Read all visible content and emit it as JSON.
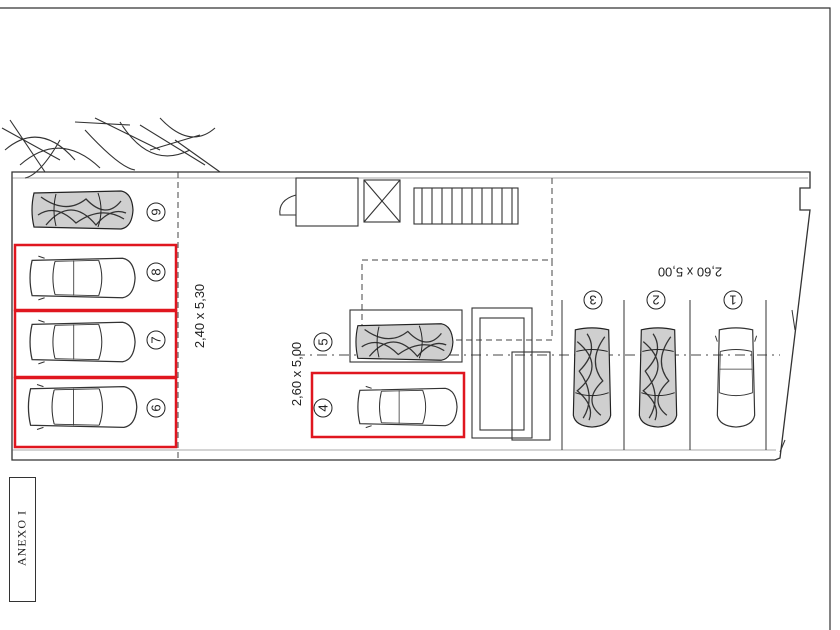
{
  "plan": {
    "highlight_color": "#e0161f",
    "line_color": "#222222",
    "dimensions": {
      "left_row": "2,40 x 5,30",
      "middle": "2,60 x 5,00",
      "right_row": "2,60 x 5,00"
    },
    "spaces": [
      {
        "number": "1",
        "highlighted": false
      },
      {
        "number": "2",
        "highlighted": false
      },
      {
        "number": "3",
        "highlighted": false
      },
      {
        "number": "4",
        "highlighted": true
      },
      {
        "number": "5",
        "highlighted": false
      },
      {
        "number": "6",
        "highlighted": true
      },
      {
        "number": "7",
        "highlighted": true
      },
      {
        "number": "8",
        "highlighted": true
      },
      {
        "number": "9",
        "highlighted": false
      }
    ]
  },
  "annex_label": "ANEXO I"
}
